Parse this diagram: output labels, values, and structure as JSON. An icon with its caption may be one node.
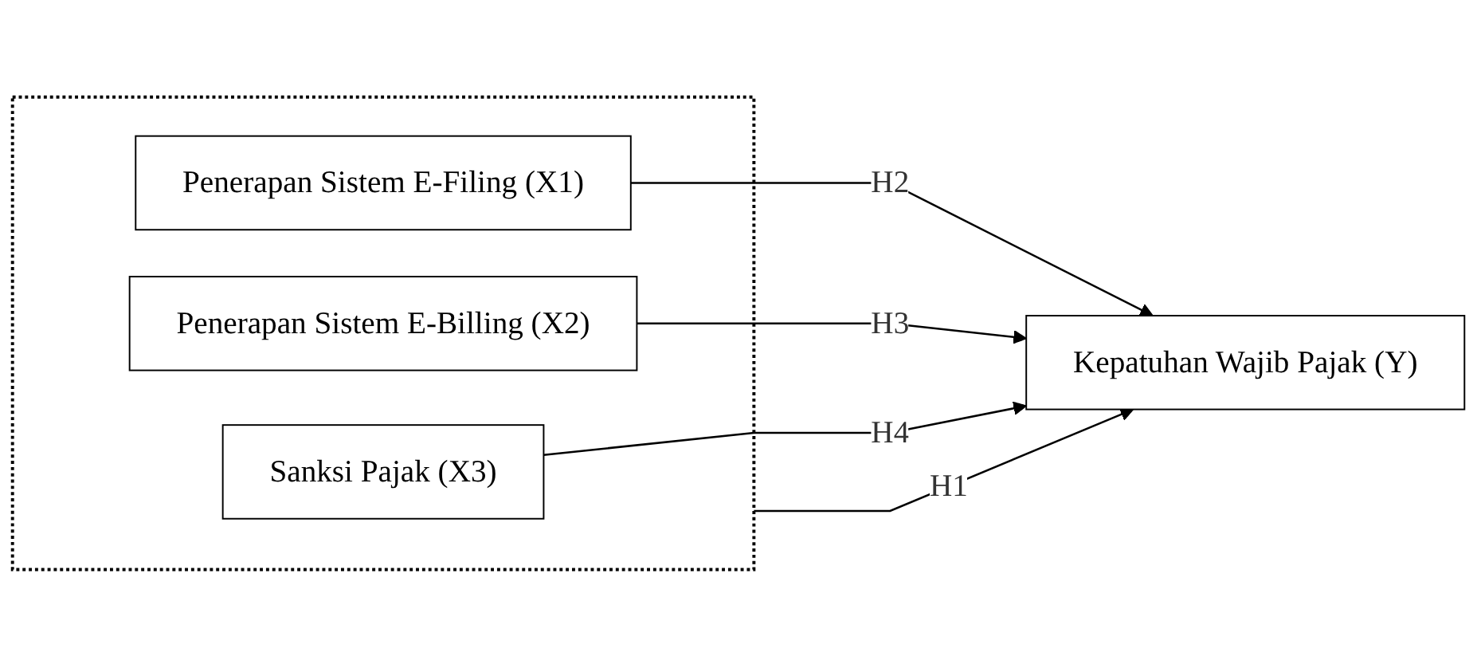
{
  "diagram": {
    "nodes": [
      {
        "text": [],
        "shape": "box"
      },
      {
        "text": [
          "Penerapan Sistem E-Filing (X1)"
        ],
        "in": 0
      },
      {
        "text": [
          "Penerapan Sistem E-Billing (X2)"
        ],
        "in": 0
      },
      {
        "text": [
          "Sanksi Pajak (X3)"
        ],
        "in": 0
      },
      {
        "text": [
          "Kepatuhan Wajib Pajak (Y)"
        ]
      }
    ],
    "edges": [
      {
        "from": 1,
        "to": 4,
        "arrow": "to",
        "label": "H2"
      },
      {
        "from": 2,
        "to": 4,
        "arrow": "to",
        "label": "H3"
      },
      {
        "from": 3,
        "to": 4,
        "arrow": "to",
        "label": "H4"
      },
      {
        "from": 0,
        "to": 4,
        "arrow": "to",
        "label": "H1"
      }
    ]
  }
}
